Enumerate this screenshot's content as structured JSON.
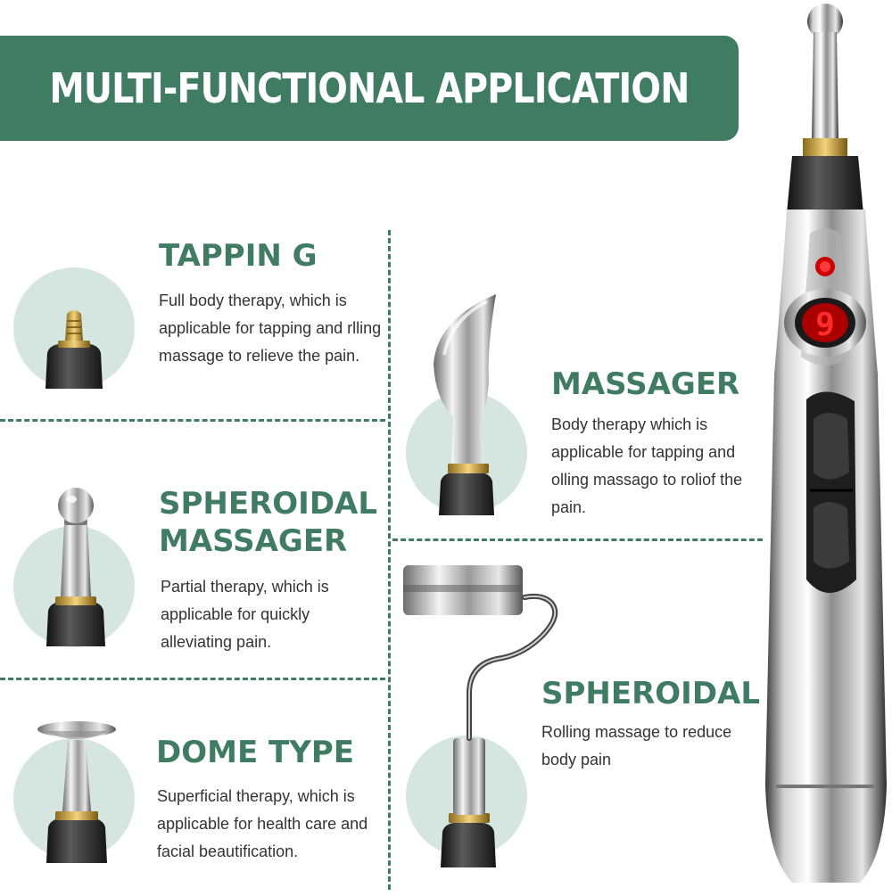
{
  "header": {
    "title": "MULTI-FUNCTIONAL APPLICATION"
  },
  "sections": {
    "tapping": {
      "title": "TAPPIN G",
      "desc": "Full body therapy, which is applicable for tapping and rlling massage to relieve the pain.",
      "icon": "tapping-head-icon"
    },
    "spheroidal_massager": {
      "title_line1": "SPHEROIDAL",
      "title_line2": "MASSAGER",
      "desc": "Partial therapy, which is applicable for quickly alleviating pain.",
      "icon": "ball-head-icon"
    },
    "dome": {
      "title": "DOME TYPE",
      "desc": "Superficial therapy, which is applicable for health care and facial beautification.",
      "icon": "dome-head-icon"
    },
    "massager": {
      "title": "MASSAGER",
      "desc": "Body therapy which is applicable for tapping and olling massago to roliof the pain.",
      "icon": "scoop-head-icon"
    },
    "spheroidal": {
      "title": "SPHEROIDAL",
      "desc": "Rolling massage to reduce body pain",
      "icon": "roller-head-icon"
    }
  },
  "device": {
    "display_value": "9",
    "icon": "massage-pen-icon"
  },
  "colors": {
    "accent": "#3f7c63",
    "circle": "#d4e6df",
    "text": "#333333",
    "led": "#e01010"
  }
}
